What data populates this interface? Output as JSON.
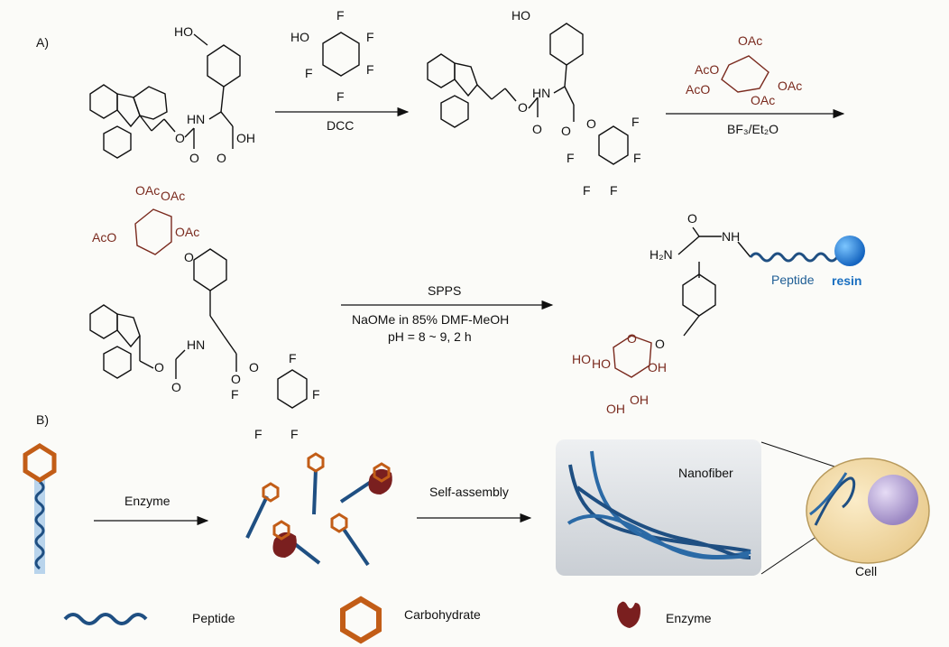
{
  "panels": {
    "a": "A)",
    "b": "B)"
  },
  "scheme": {
    "reagent1": {
      "ho": "HO",
      "f": "F"
    },
    "step1": "DCC",
    "step2": "BF₃/Et₂O",
    "sugar_oac": "OAc",
    "sugar_aco": "AcO",
    "step3": [
      "SPPS",
      "NaOMe in 85% DMF-MeOH",
      "pH = 8 ~ 9, 2 h"
    ],
    "labels": {
      "ho": "HO",
      "oh": "OH",
      "nh": "NH",
      "hn": "HN",
      "h2n": "H₂N",
      "o": "O",
      "f": "F",
      "peptide": "Peptide",
      "resin": "resin"
    }
  },
  "panel_b": {
    "enzyme_step": "Enzyme",
    "assembly_step": "Self-assembly",
    "nanofiber": "Nanofiber",
    "cell": "Cell"
  },
  "legend": [
    {
      "icon": "peptide-wave-icon",
      "label": "Peptide"
    },
    {
      "icon": "carbohydrate-hexagon-icon",
      "label": "Carbohydrate"
    },
    {
      "icon": "enzyme-icon",
      "label": "Enzyme"
    }
  ],
  "colors": {
    "peptide": "#1f4f82",
    "carbohydrate": "#c25d17",
    "enzyme": "#7a1f1f",
    "resin": "#1a7fd1",
    "acetyl": "#7a2a1e",
    "cell": "#f5deb3"
  }
}
